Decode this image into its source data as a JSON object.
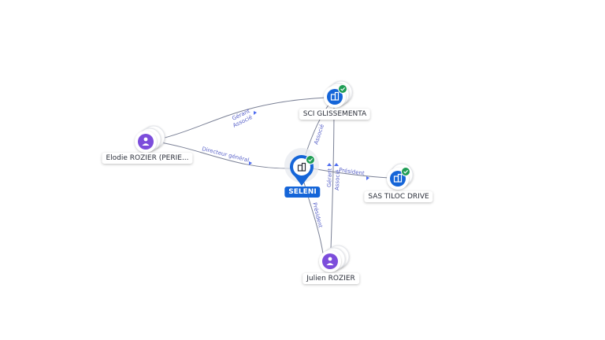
{
  "nodes": {
    "seleni": {
      "label": "SELENI",
      "type": "company",
      "verified": true,
      "focus": true
    },
    "sci": {
      "label": "SCI GLISSEMENTA",
      "type": "company",
      "verified": true
    },
    "sas": {
      "label": "SAS TILOC DRIVE",
      "type": "company",
      "verified": true
    },
    "elodie": {
      "label": "Elodie ROZIER (PERIE...",
      "type": "person"
    },
    "julien": {
      "label": "Julien ROZIER",
      "type": "person"
    }
  },
  "edges": {
    "elodie_sci": {
      "label1": "Gérant",
      "label2": "Associé"
    },
    "elodie_seleni": {
      "label1": "Directeur général"
    },
    "sci_seleni": {
      "label1": "Associé"
    },
    "seleni_sas": {
      "label1": "Président"
    },
    "julien_sci": {
      "label1": "Gérant",
      "label2": "Associé"
    },
    "julien_seleni": {
      "label1": "Président"
    }
  },
  "colors": {
    "company": "#1565d8",
    "person": "#7c4ddb",
    "verified": "#1f9d55",
    "edge": "#7b8196",
    "edge_label": "#5a63c9"
  },
  "icons": {
    "company": "building-icon",
    "person": "person-icon",
    "verified": "check-badge-icon"
  }
}
